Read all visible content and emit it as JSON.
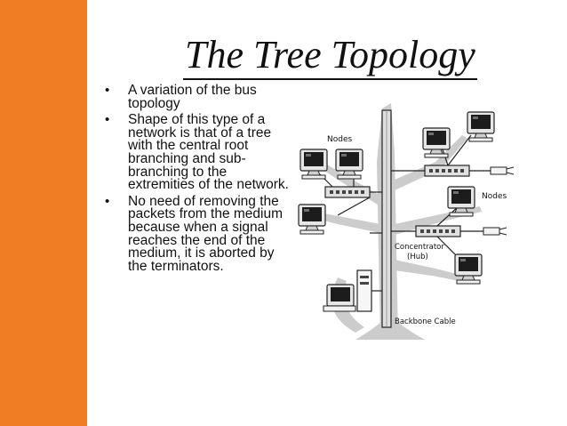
{
  "title": "The Tree Topology",
  "bullets": [
    {
      "marker": "•",
      "text": "A variation of the bus topology"
    },
    {
      "marker": "•",
      "text": "Shape of this type of a network is that of a tree with the central root branching and sub-branching to the extremities of the network."
    },
    {
      "marker": "•",
      "text": "No need of removing the packets from the medium because when a signal reaches the end of the medium, it is aborted by the terminators."
    }
  ],
  "diagram": {
    "label_nodes_left": "Nodes",
    "label_nodes_right": "Nodes",
    "label_concentrator": "Concentrator",
    "label_hub": "(Hub)",
    "label_backbone": "Backbone Cable"
  },
  "colors": {
    "accent_bar": "#f07c24",
    "tree_gray": "#c9c9c9"
  }
}
